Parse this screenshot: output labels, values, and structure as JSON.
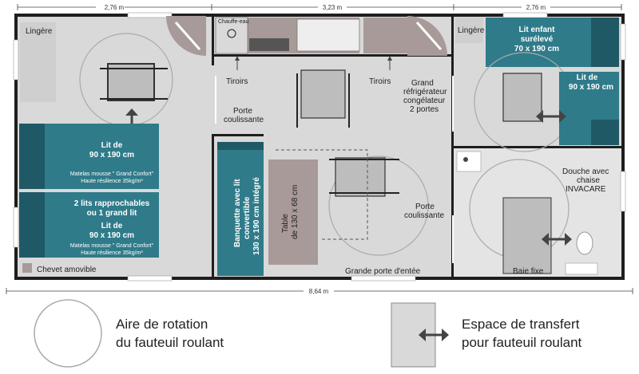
{
  "dimensions": {
    "top_left": "2,76 m",
    "top_mid": "3,23 m",
    "top_right": "2,76 m",
    "total": "8,64 m"
  },
  "rooms": {
    "left_bedroom": {
      "lingere": "Lingère",
      "bed1_title": "Lit de",
      "bed1_size": "90 x 190 cm",
      "bed1_note1": "Matelas mousse \" Grand Confort\"",
      "bed1_note2": "Haute résilience 35kg/m³",
      "bed2_title1": "2 lits rapprochables",
      "bed2_title2": "ou 1 grand lit",
      "bed2_title3": "Lit de",
      "bed2_size": "90 x 190 cm",
      "bed2_note1": "Matelas mousse \" Grand Confort\"",
      "bed2_note2": "Haute résilience 35kg/m³",
      "chevet": "Chevet amovible"
    },
    "kitchen": {
      "chauffe_eau": "Chauffe-eau",
      "tiroirs_left": "Tiroirs",
      "tiroirs_right": "Tiroirs",
      "fridge1": "Grand",
      "fridge2": "réfrigérateur",
      "fridge3": "congélateur",
      "fridge4": "2 portes",
      "porte1": "Porte",
      "porte2": "coulissante"
    },
    "living": {
      "banquette1": "Banquette avec lit",
      "banquette2": "convertible",
      "banquette3": "130 x 190 cm intégré",
      "table1": "Table",
      "table2": "de 130 x 68 cm",
      "porte1": "Porte",
      "porte2": "coulissante",
      "entry": "Grande porte d'entée"
    },
    "right_bedroom": {
      "lingere": "Lingère",
      "child1": "Lit enfant",
      "child2": "surélevé",
      "child3": "70 x 190 cm",
      "bed_title": "Lit de",
      "bed_size": "90 x 190 cm"
    },
    "bathroom": {
      "shower1": "Douche avec",
      "shower2": "chaise",
      "shower3": "INVACARE",
      "baie": "Baie fixe"
    }
  },
  "legend": {
    "rotation1": "Aire de rotation",
    "rotation2": "du fauteuil roulant",
    "transfer1": "Espace de transfert",
    "transfer2": "pour fauteuil roulant"
  },
  "colors": {
    "wall": "#1e1e1e",
    "floor": "#d9d9d9",
    "teal": "#2f7b8a",
    "counter": "#a89a98"
  }
}
